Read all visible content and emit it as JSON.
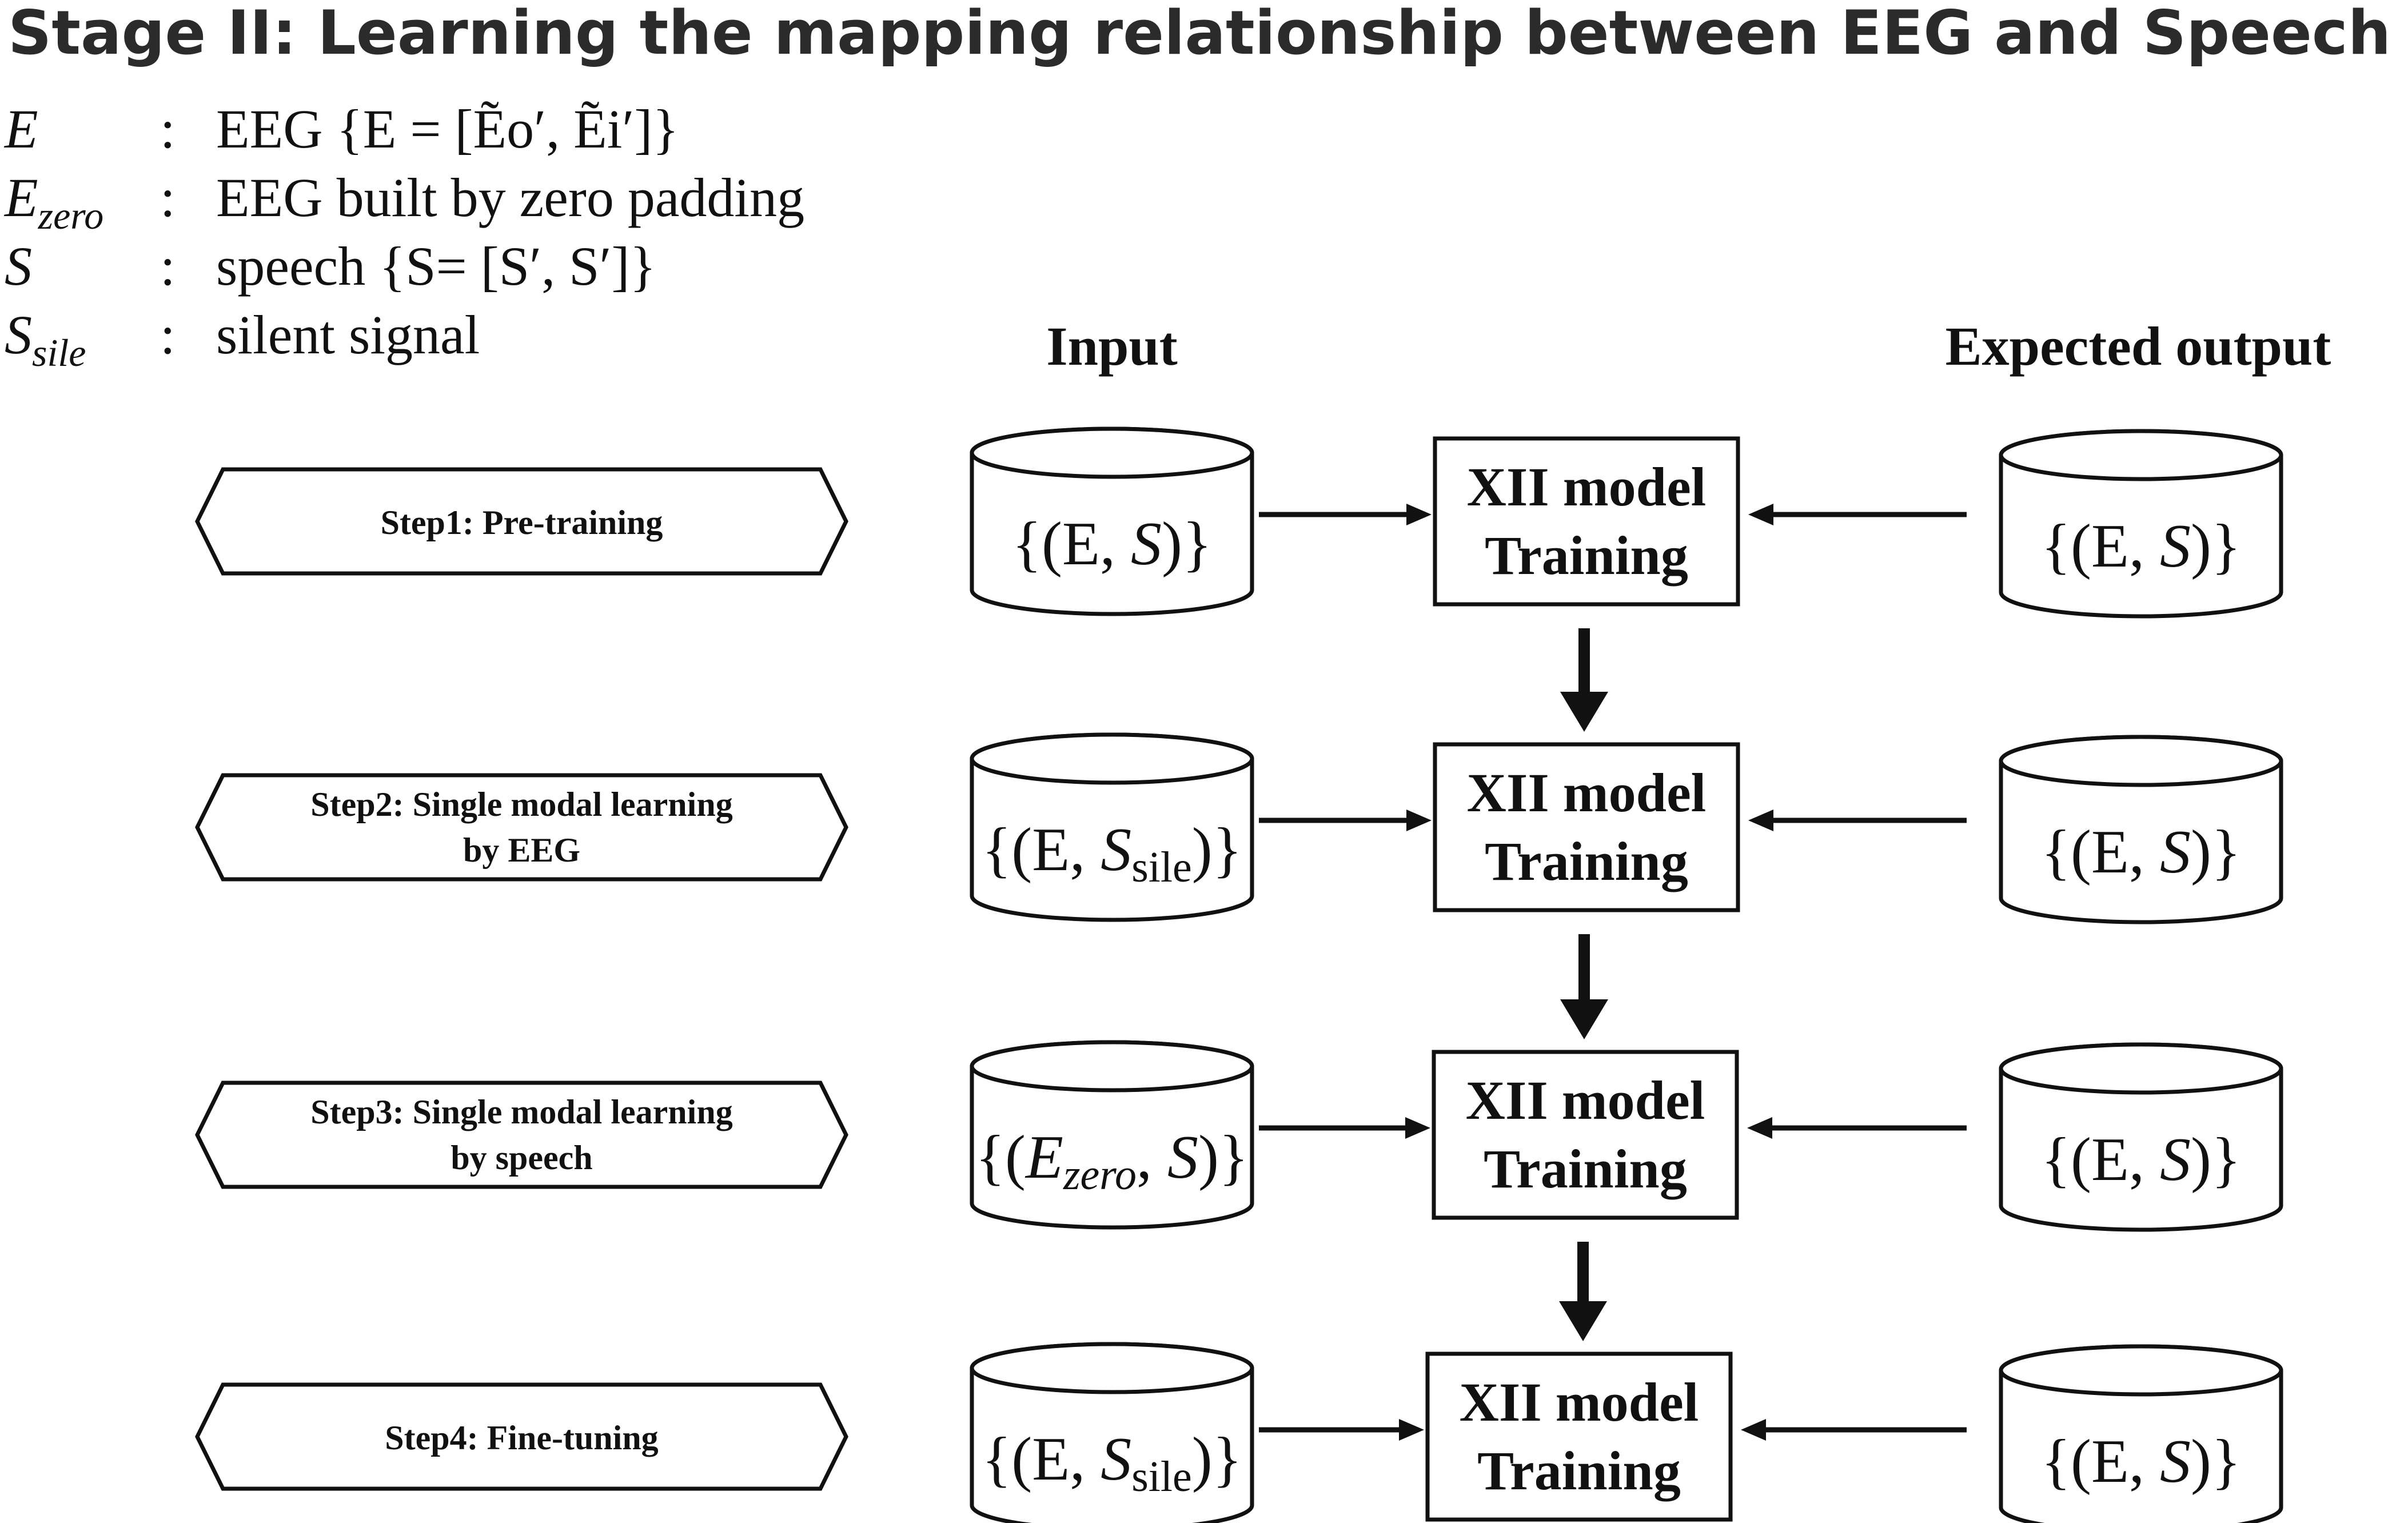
{
  "title": "Stage II:  Learning the mapping relationship between EEG and Speech by XII model",
  "legend": [
    {
      "symbol": "E",
      "sub": "",
      "desc": "EEG {E = [Ẽo′, Ẽi′]}"
    },
    {
      "symbol": "E",
      "sub": "zero",
      "desc": "EEG built by zero padding"
    },
    {
      "symbol": "S",
      "sub": "",
      "desc": "speech {S= [S′, S′]}"
    },
    {
      "symbol": "S",
      "sub": "sile",
      "desc": "silent signal"
    }
  ],
  "legend_separator": ":",
  "columns": {
    "input": "Input",
    "expected_output": "Expected output"
  },
  "steps": [
    {
      "label": [
        "Step1: Pre-training"
      ],
      "input": {
        "a": "E",
        "b": "S",
        "b_sub": ""
      },
      "model": [
        "XII model",
        "Training"
      ],
      "output": {
        "a": "E",
        "b": "S",
        "b_sub": ""
      }
    },
    {
      "label": [
        "Step2: Single modal learning",
        "by EEG"
      ],
      "input": {
        "a": "E",
        "b": "S",
        "b_sub": "sile"
      },
      "model": [
        "XII model",
        "Training"
      ],
      "output": {
        "a": "E",
        "b": "S",
        "b_sub": ""
      }
    },
    {
      "label": [
        "Step3: Single modal learning",
        "by speech"
      ],
      "input": {
        "a": "E",
        "a_sub": "zero",
        "b": "S",
        "b_sub": ""
      },
      "model": [
        "XII model",
        "Training"
      ],
      "output": {
        "a": "E",
        "b": "S",
        "b_sub": ""
      }
    },
    {
      "label": [
        "Step4: Fine-tuning"
      ],
      "input": {
        "a": "E",
        "b": "S",
        "b_sub": "sile"
      },
      "model": [
        "XII model",
        "Training"
      ],
      "output": {
        "a": "E",
        "b": "S",
        "b_sub": ""
      }
    }
  ]
}
